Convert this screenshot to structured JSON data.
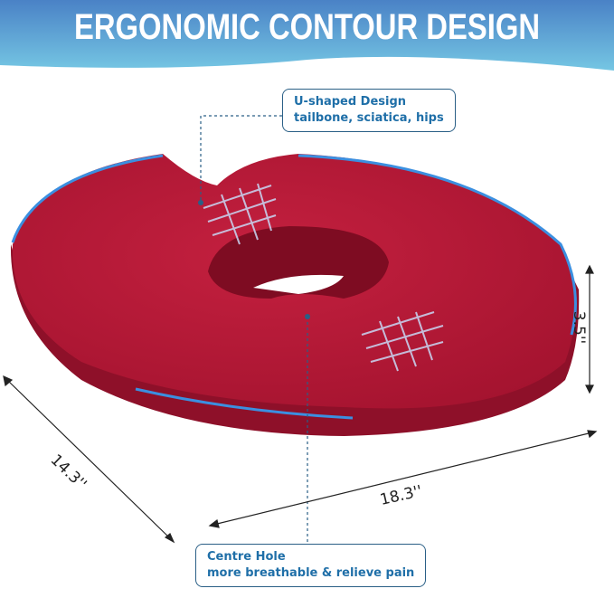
{
  "header": {
    "title": "ERGONOMIC CONTOUR DESIGN"
  },
  "callouts": {
    "u_shaped": {
      "line1": "U-shaped Design",
      "line2": "tailbone, sciatica,  hips"
    },
    "centre_hole": {
      "line1": "Centre Hole",
      "line2": "more breathable & relieve pain"
    }
  },
  "dimensions": {
    "height": "3.5''",
    "width": "18.3''",
    "depth": "14.3''"
  },
  "colors": {
    "cushion": "#b0183a",
    "accent": "#1f6fa8",
    "banner_top": "#4a82c6",
    "banner_bottom": "#76c8e4"
  }
}
